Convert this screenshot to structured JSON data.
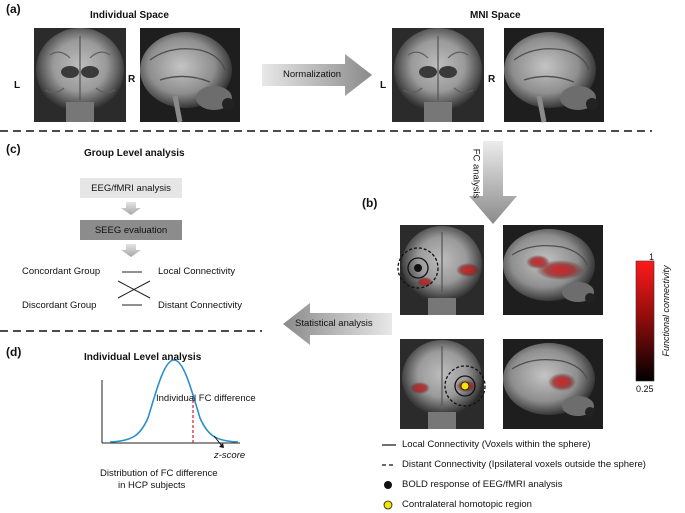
{
  "panel_a": {
    "label": "(a)",
    "individual_title": "Individual Space",
    "mni_title": "MNI Space",
    "left_marker": "L",
    "right_marker": "R",
    "arrow_label": "Normalization"
  },
  "panel_b": {
    "label": "(b)",
    "fc_arrow_label": "FC analysis",
    "colorbar": {
      "title": "Functional connectivity",
      "max": "1",
      "min": "0.25"
    },
    "legend": [
      {
        "label": "Local Connectivity (Voxels within the sphere)"
      },
      {
        "label": "Distant Connectivity (Ipsilateral voxels outside the sphere)"
      },
      {
        "label": "BOLD response of EEG/fMRI analysis"
      },
      {
        "label": "Contralateral homotopic region"
      }
    ]
  },
  "panel_c": {
    "label": "(c)",
    "title": "Group Level analysis",
    "box1": "EEG/fMRI analysis",
    "box2": "SEEG evaluation",
    "concordant": "Concordant Group",
    "discordant": "Discordant Group",
    "local": "Local Connectivity",
    "distant": "Distant Connectivity",
    "stat_arrow_label": "Statistical analysis"
  },
  "panel_d": {
    "label": "(d)",
    "title": "Individual Level analysis",
    "fc_diff": "Individual FC difference",
    "zscore": "z-score",
    "caption_line1": "Distribution of FC difference",
    "caption_line2": "in HCP subjects"
  },
  "colors": {
    "gray_dark": "#8c8c8c",
    "gray_light": "#e6e6e6",
    "curve": "#2a8fc9",
    "dashed_red": "#d01c2a",
    "colorbar_top": "#ff1a1a",
    "colorbar_bottom": "#000000",
    "contra_marker": "#f2e600"
  }
}
